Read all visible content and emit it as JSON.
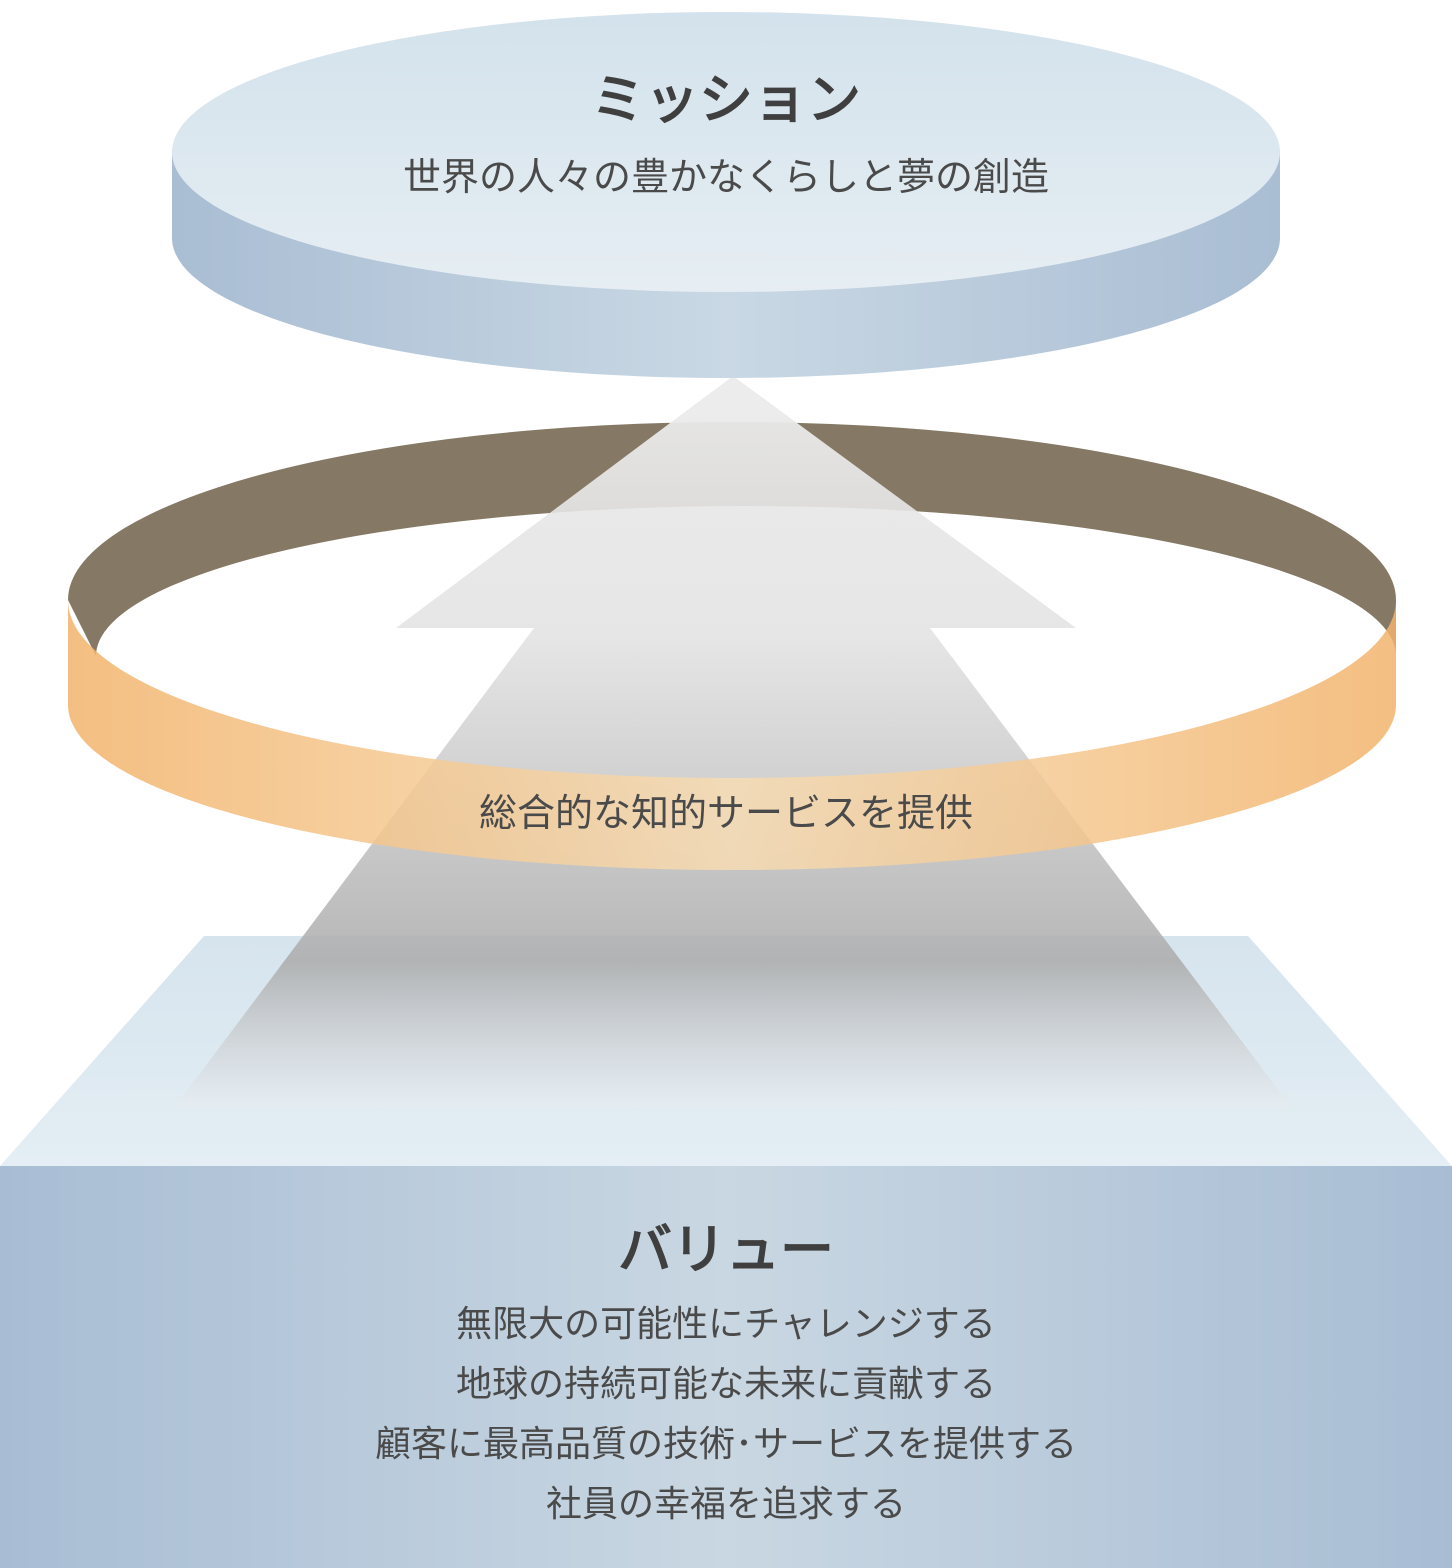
{
  "mission": {
    "title": "ミッション",
    "statement": "世界の人々の豊かなくらしと夢の創造"
  },
  "ring": {
    "label": "総合的な知的サービスを提供"
  },
  "values": {
    "title": "バリュー",
    "items": [
      "無限大の可能性にチャレンジする",
      "地球の持続可能な未来に貢献する",
      "顧客に最高品質の技術･サービスを提供する",
      "社員の幸福を追求する"
    ]
  },
  "colors": {
    "disc_top": "#dce7ef",
    "disc_side": "#a9bdd1",
    "ring_inner": "#857965",
    "ring_outer": "#f2b46a",
    "base_top": "#dce9f1",
    "base_front": "#b4c7d8",
    "arrow": "#d9d9d9",
    "text": "#404040"
  }
}
